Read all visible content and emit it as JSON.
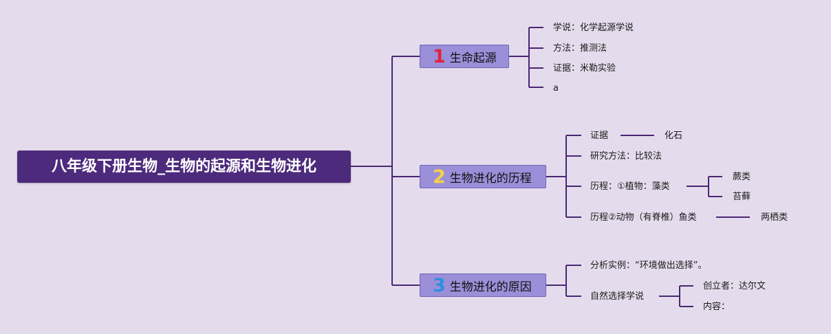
{
  "root": {
    "title": "八年级下册生物_生物的起源和生物进化"
  },
  "branches": [
    {
      "number": "1",
      "number_color": "#e0243c",
      "label": "生命起源",
      "items": [
        "学说：化学起源学说",
        "方法：推测法",
        "证据：米勒实验",
        "a"
      ]
    },
    {
      "number": "2",
      "number_color": "#f2d24a",
      "label": "生物进化的历程",
      "items": [
        "证据",
        "化石",
        "研究方法：比较法",
        "历程：①植物：藻类",
        "蕨类",
        "苔藓",
        "历程②动物（有脊椎）鱼类",
        "两栖类"
      ]
    },
    {
      "number": "3",
      "number_color": "#2f8fe0",
      "label": "生物进化的原因",
      "items": [
        "分析实例：“环境做出选择”。",
        "自然选择学说",
        "创立者：达尔文",
        "内容："
      ]
    }
  ],
  "colors": {
    "line": "#4a2573",
    "root_bg": "#4d2a7c",
    "branch_bg": "#9a8fd8",
    "background": "#e4dcec"
  }
}
